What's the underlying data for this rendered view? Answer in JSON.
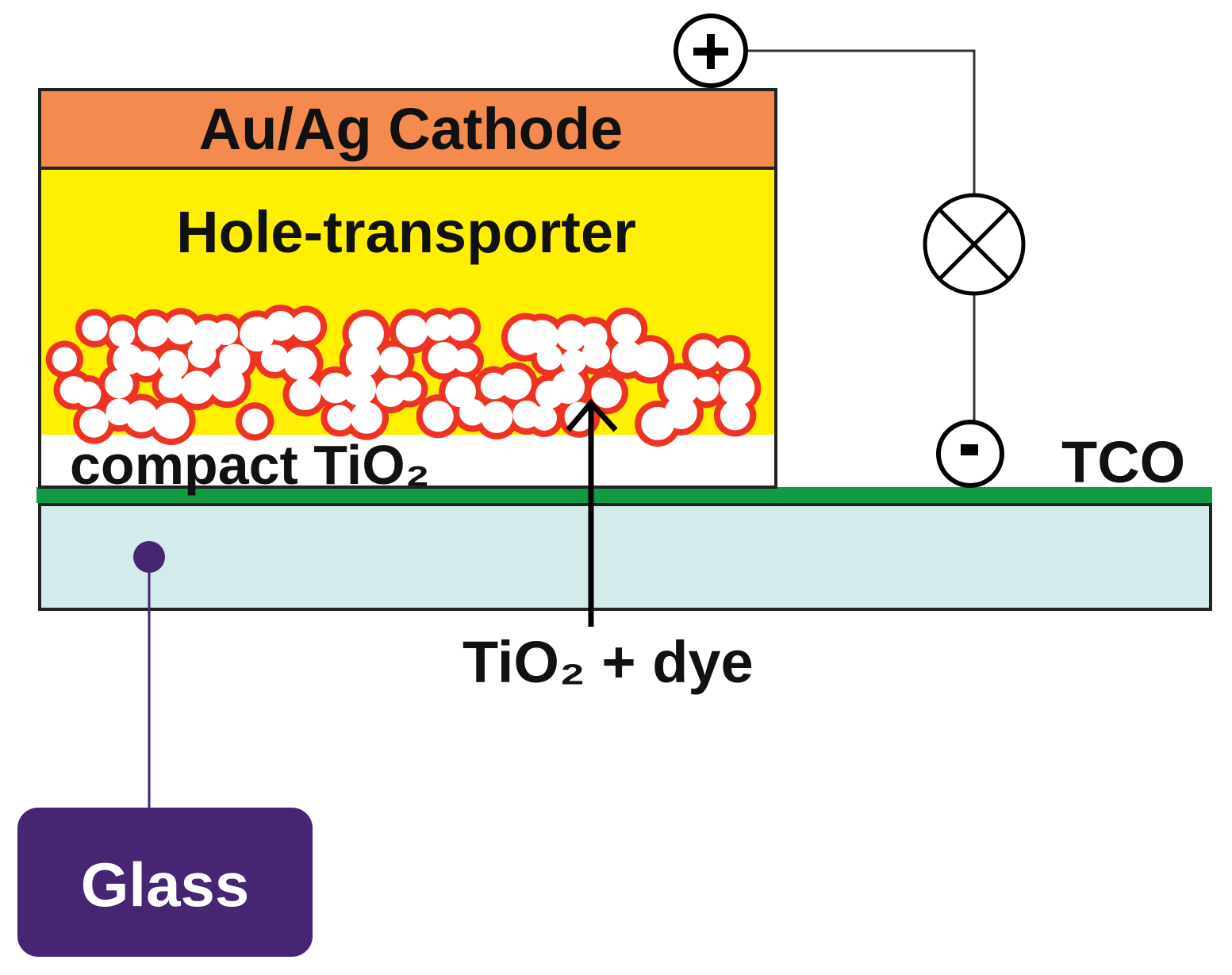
{
  "labels": {
    "cathode": "Au/Ag Cathode",
    "hole_transporter": "Hole-transporter",
    "compact_tio2": "compact TiO₂",
    "tco": "TCO",
    "tio2_dye": "TiO₂ + dye",
    "glass": "Glass",
    "plus": "+",
    "minus": "-"
  },
  "colors": {
    "cathode": "#f58a4e",
    "hole_transporter": "#ffef00",
    "tco": "#129a45",
    "glass": "#d3ebeb",
    "glass_callout": "#462572",
    "particle_outline": "#ee3322",
    "particle_fill": "#ffffff"
  },
  "icons": {
    "lamp": "lamp-cross-icon",
    "positive_terminal": "plus-terminal-icon",
    "negative_terminal": "minus-terminal-icon"
  }
}
